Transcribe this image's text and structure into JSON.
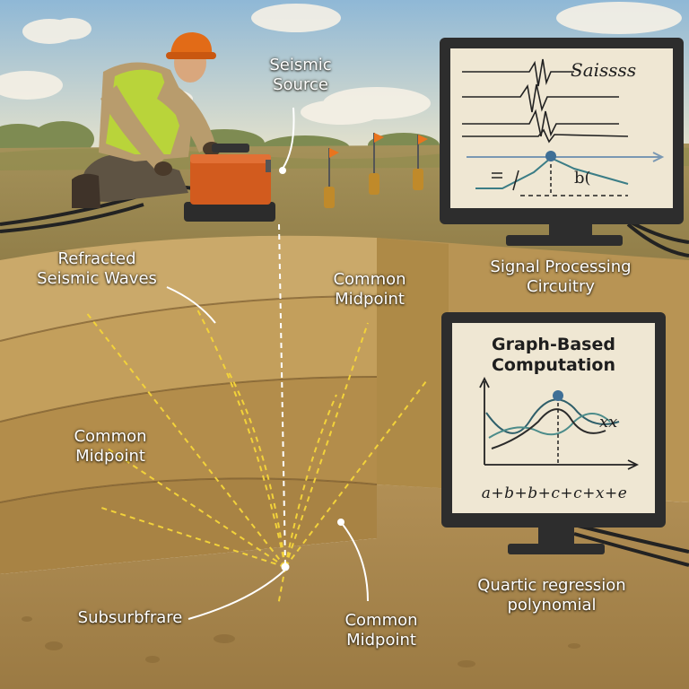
{
  "labels": {
    "seismic_source": [
      "Seismic",
      "Source"
    ],
    "refracted_waves": [
      "Refracted",
      "Seismic Waves"
    ],
    "common_midpoint_top": [
      "Common",
      "Midpoint"
    ],
    "signal_processing": [
      "Signal Processing",
      "Circuitry"
    ],
    "common_midpoint_left": [
      "Common",
      "Midpoint"
    ],
    "subsurface": "Subsurbfrare",
    "common_midpoint_bottom": [
      "Common",
      "Midpoint"
    ],
    "quartic_regression": [
      "Quartic regression",
      "polynomial"
    ]
  },
  "monitor_top": {
    "scribble": "Saissss",
    "tick_label": "b("
  },
  "monitor_bottom": {
    "title": [
      "Graph-Based",
      "Computation"
    ],
    "curve_label": "xx",
    "equation": "a+b+b+c+c+x+e"
  },
  "colors": {
    "sky": "#bcd6e6",
    "grass": "#9a9a58",
    "soil_light": "#c7a867",
    "soil_mid": "#b08b4c",
    "soil_dark": "#8f6c38",
    "wave_dashes": "#f2d23a",
    "vest": "#b9d43a",
    "hardhat": "#e26b17",
    "source_box": "#d25b1e",
    "screen": "#efe7d3",
    "monitor_frame": "#2d2d2d"
  },
  "icons": [
    "hardhat-icon",
    "seismic-source-box",
    "survey-flag",
    "monitor"
  ]
}
